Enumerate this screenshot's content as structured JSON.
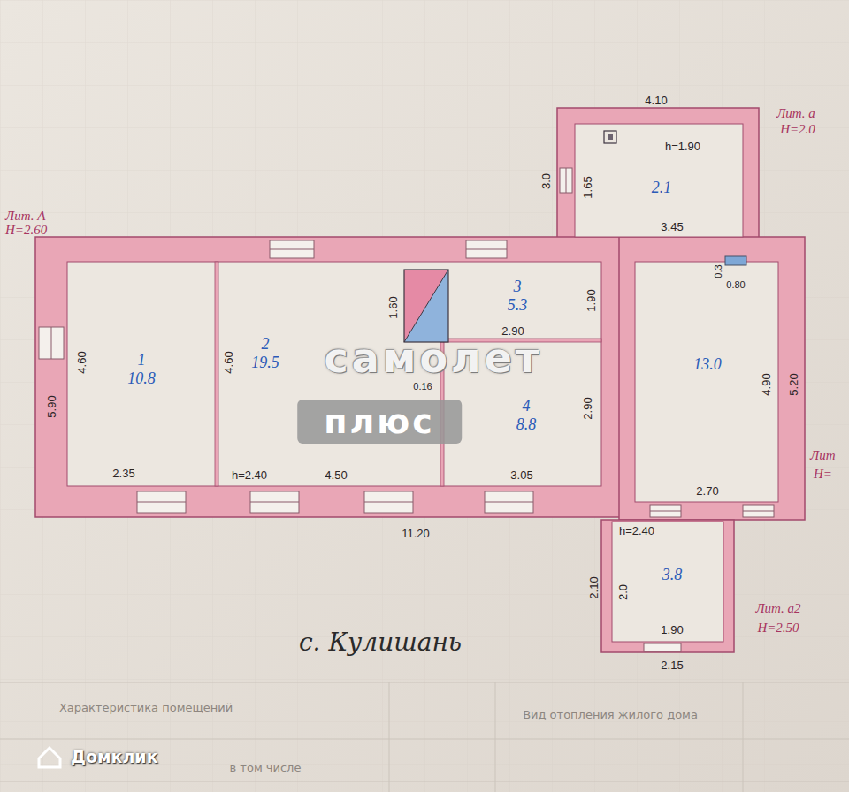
{
  "diagram": {
    "nodes": [
      {
        "text": [
          "2.1"
        ]
      },
      {
        "text": [
          "1",
          "10.8"
        ]
      },
      {
        "text": [
          "2",
          "19.5"
        ]
      },
      {
        "text": [
          "3",
          "5.3"
        ]
      },
      {
        "text": [
          "4",
          "8.8"
        ]
      },
      {
        "text": [
          "13.0"
        ]
      },
      {
        "text": [
          "3.8"
        ]
      }
    ],
    "labels": [
      "4.10",
      "3.0",
      "1.65",
      "h=1.90",
      "Лит. а",
      "Н=2.0",
      "Лит. А",
      "Н=2.60",
      "5.90",
      "4.60",
      "2.35",
      "4.60",
      "h=2.40",
      "4.50",
      "1.60",
      "0.16",
      "1.90",
      "2.90",
      "2.90",
      "3.05",
      "11.20",
      "3.45",
      "0.3",
      "0.80",
      "4.90",
      "5.20",
      "2.70",
      "Лит",
      "Н=",
      "h=2.40",
      "2.10",
      "2.0",
      "1.90",
      "2.15",
      "Лит. а2",
      "Н=2.50",
      "с. Кулишань",
      "Характеристика помещений",
      "в том числе",
      "Вид отопления жилого дома",
      "самолет",
      "плюс",
      "Домклик"
    ]
  }
}
